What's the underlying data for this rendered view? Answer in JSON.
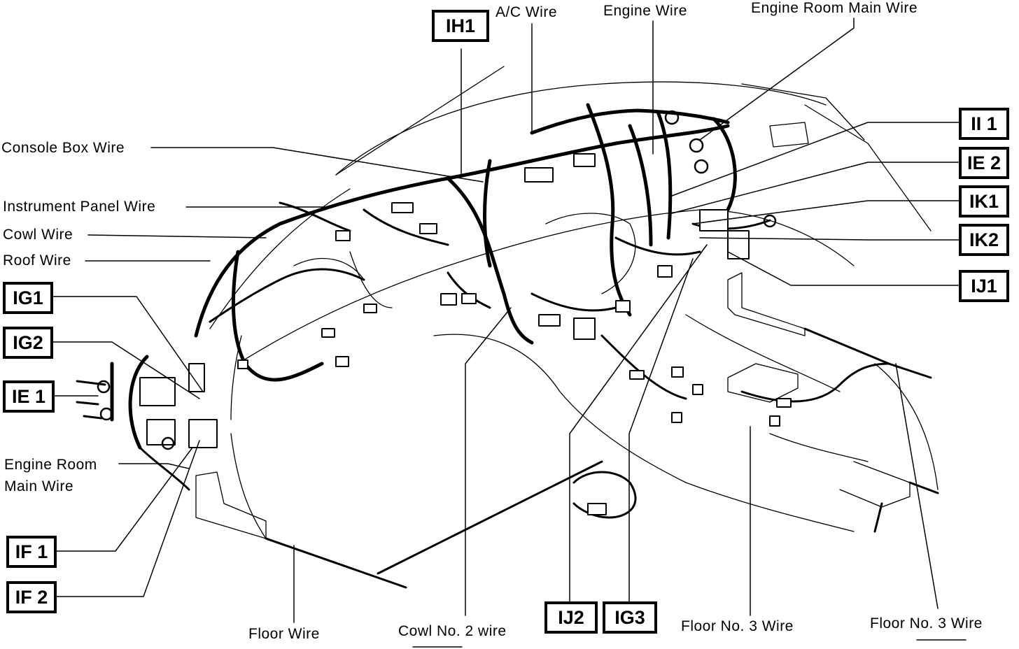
{
  "wire_labels": {
    "ac_wire": "A/C Wire",
    "engine_wire": "Engine Wire",
    "engine_room_main_wire_top": "Engine Room Main Wire",
    "console_box_wire": "Console Box Wire",
    "instrument_panel_wire": "Instrument Panel Wire",
    "cowl_wire": "Cowl Wire",
    "roof_wire": "Roof Wire",
    "engine_room_main_wire_left_line1": "Engine Room",
    "engine_room_main_wire_left_line2": "Main Wire",
    "floor_wire": "Floor Wire",
    "cowl_no2_wire": "Cowl No. 2 wire",
    "floor_no3_wire_a": "Floor No. 3 Wire",
    "floor_no3_wire_b": "Floor No. 3 Wire"
  },
  "connector_codes": {
    "ih1": "IH1",
    "ii1": "II 1",
    "ie2": "IE 2",
    "ik1": "IK1",
    "ik2": "IK2",
    "ij1": "IJ1",
    "ig1": "IG1",
    "ig2": "IG2",
    "ie1": "IE 1",
    "if1": "IF 1",
    "if2": "IF 2",
    "ij2": "IJ2",
    "ig3": "IG3"
  }
}
